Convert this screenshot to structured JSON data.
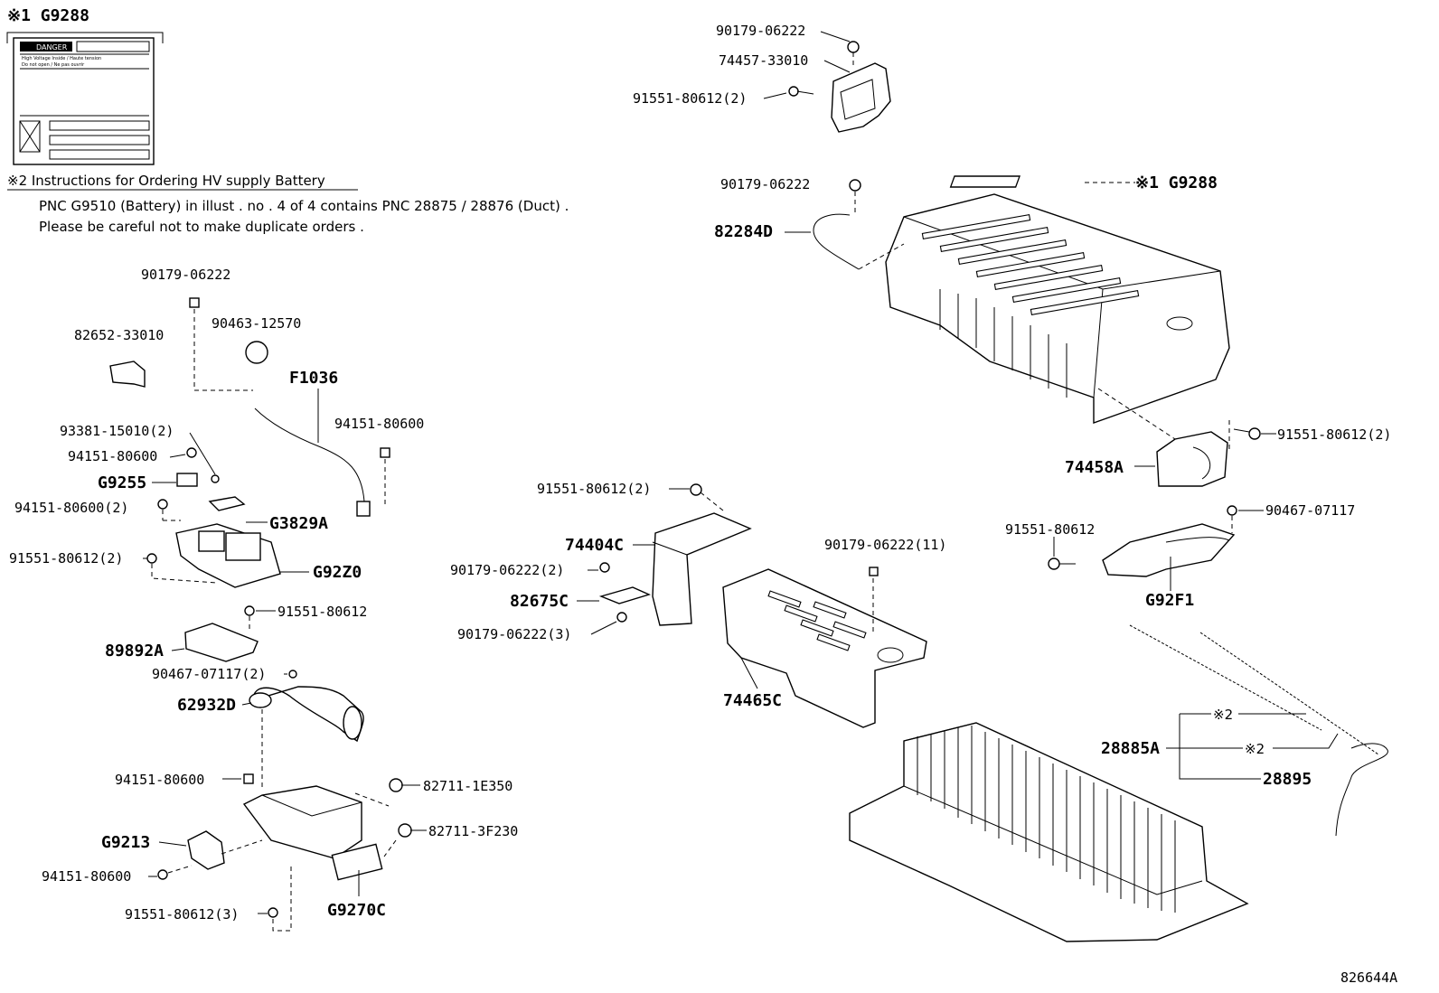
{
  "label_sheet": {
    "ref": "※1 G9288",
    "danger_text": "DANGER",
    "line1": "High Voltage Inside / Haute tension",
    "line2": "Do not open / Ne pas ouvrir"
  },
  "instructions": {
    "heading": "※2 Instructions for Ordering HV supply Battery",
    "line1": "PNC G9510 (Battery) in illust . no . 4 of 4 contains PNC 28875 / 28876 (Duct) .",
    "line2": "Please be careful not to make duplicate orders ."
  },
  "labels": {
    "l_90179_top": "90179-06222",
    "l_74457": "74457-33010",
    "l_91551_top": "91551-80612(2)",
    "l_90179_b": "90179-06222",
    "l_82284d": "82284D",
    "l_g9288_b": "※1 G9288",
    "l_90179_c": "90179-06222",
    "l_90463": "90463-12570",
    "l_82652": "82652-33010",
    "l_f1036": "F1036",
    "l_94151_a": "94151-80600",
    "l_93381": "93381-15010(2)",
    "l_94151_b": "94151-80600",
    "l_g9255": "G9255",
    "l_94151_c": "94151-80600(2)",
    "l_g3829a": "G3829A",
    "l_91551_b": "91551-80612(2)",
    "l_g92z0": "G92Z0",
    "l_91551_c": "91551-80612",
    "l_89892a": "89892A",
    "l_90467_a": "90467-07117(2)",
    "l_62932d": "62932D",
    "l_94151_d": "94151-80600",
    "l_82711_a": "82711-1E350",
    "l_82711_b": "82711-3F230",
    "l_g9213": "G9213",
    "l_94151_e": "94151-80600",
    "l_g9270c": "G9270C",
    "l_91551_d": "91551-80612(3)",
    "l_91551_e": "91551-80612(2)",
    "l_74404c": "74404C",
    "l_90179_d": "90179-06222(2)",
    "l_82675c": "82675C",
    "l_90179_e": "90179-06222(3)",
    "l_90179_f": "90179-06222(11)",
    "l_74465c": "74465C",
    "l_91551_f": "91551-80612(2)",
    "l_74458a": "74458A",
    "l_90467_b": "90467-07117",
    "l_91551_g": "91551-80612",
    "l_g92f1": "G92F1",
    "l_ref2a": "※2",
    "l_28885a": "28885A",
    "l_ref2b": "※2",
    "l_28895": "28895",
    "l_fig": "826644A"
  }
}
